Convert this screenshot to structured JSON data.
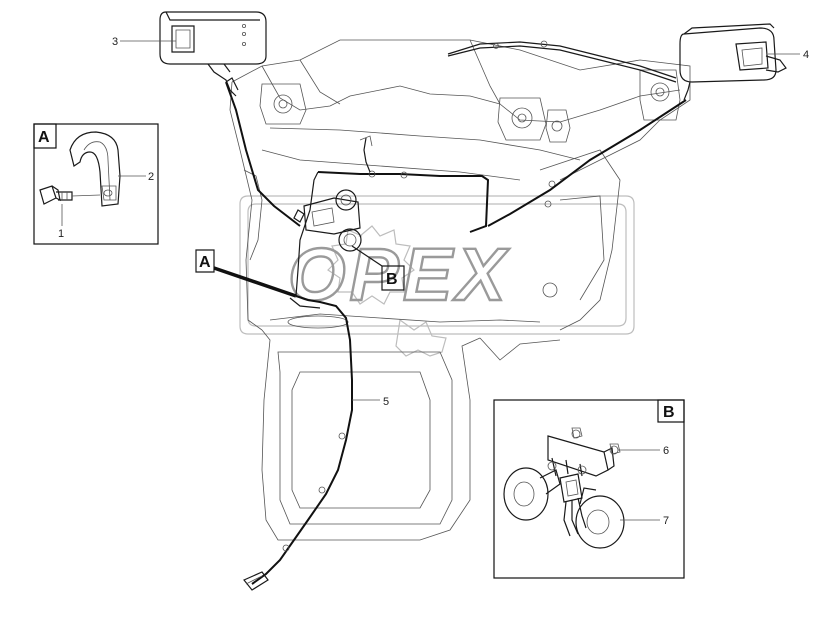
{
  "watermark": {
    "text": "OPEX"
  },
  "callouts": {
    "c1": "1",
    "c2": "2",
    "c3": "3",
    "c4": "4",
    "c5": "5",
    "c6": "6",
    "c7": "7"
  },
  "detail_labels": {
    "a_inset": "A",
    "b_inset": "B",
    "a_pointer": "A",
    "b_pointer": "B"
  }
}
